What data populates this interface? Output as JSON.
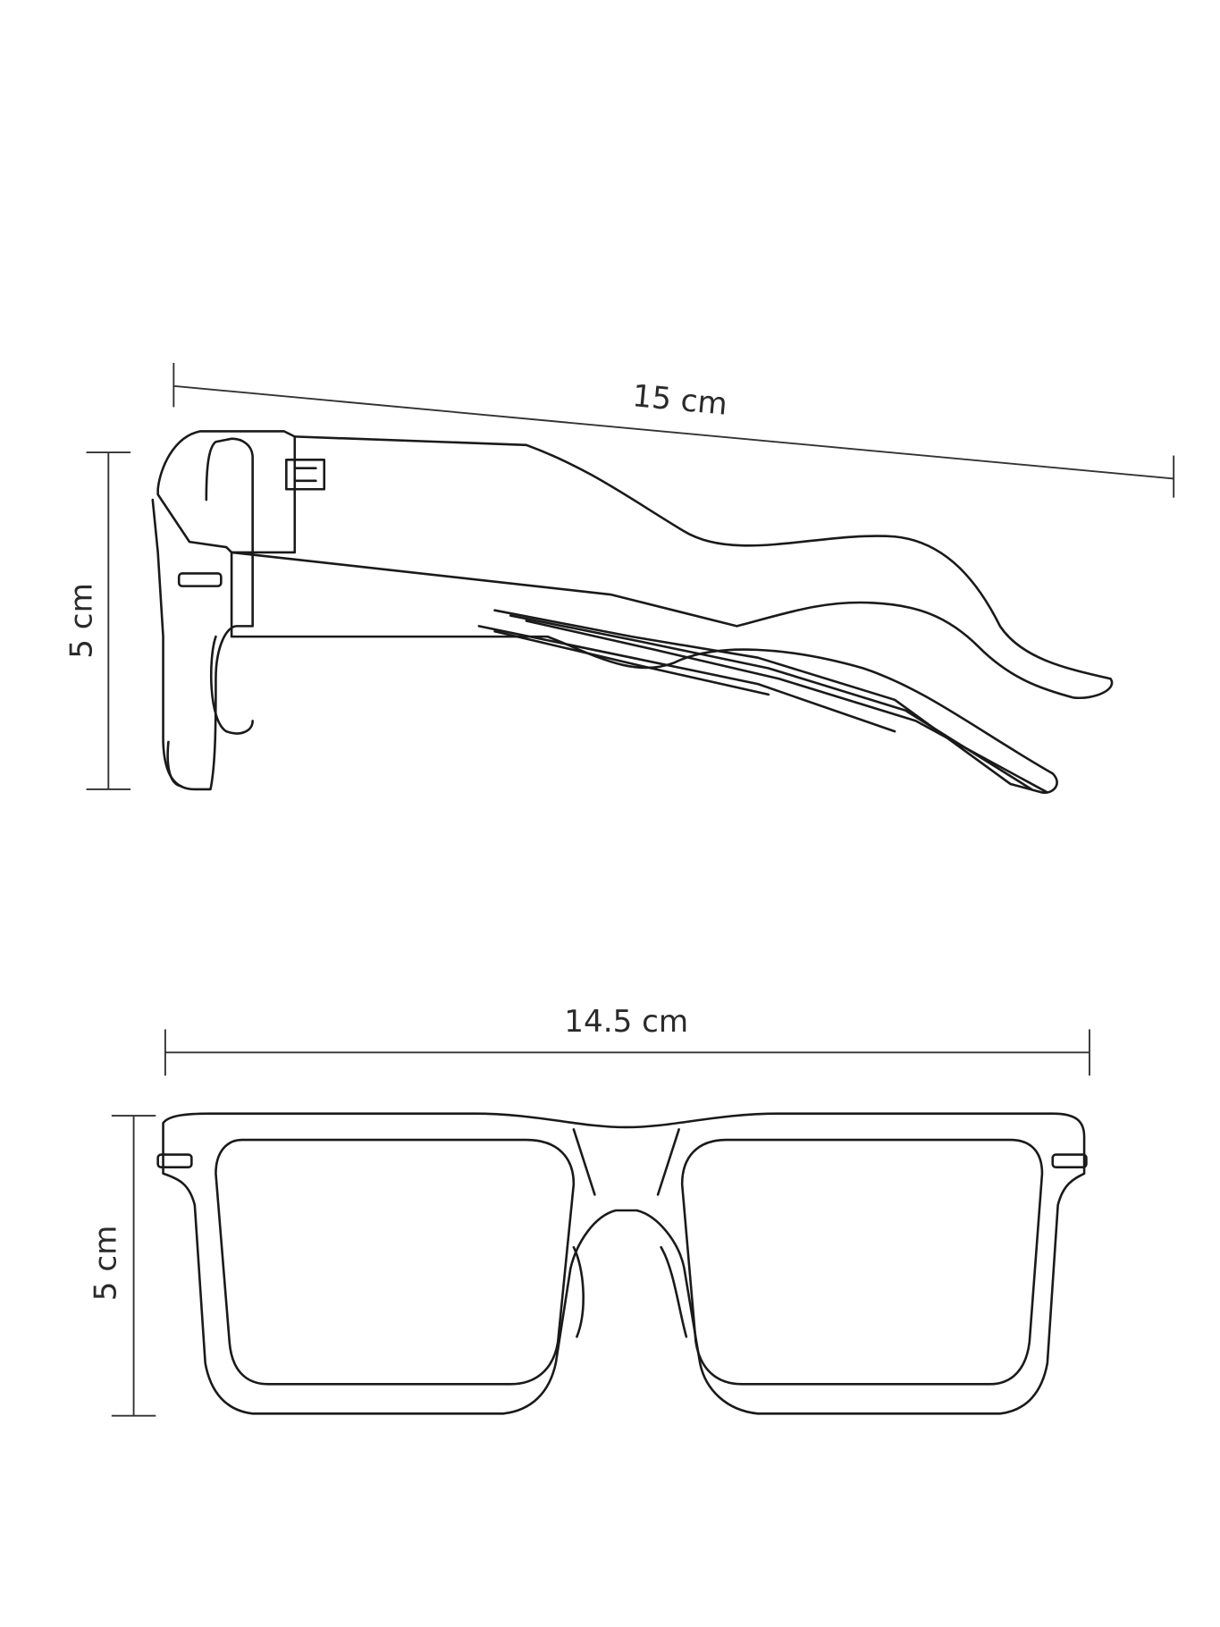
{
  "side_view": {
    "length_label": "15 cm",
    "height_label": "5 cm"
  },
  "front_view": {
    "width_label": "14.5 cm",
    "height_label": "5 cm"
  },
  "colors": {
    "line": "#1a1a1a",
    "background": "#ffffff"
  }
}
